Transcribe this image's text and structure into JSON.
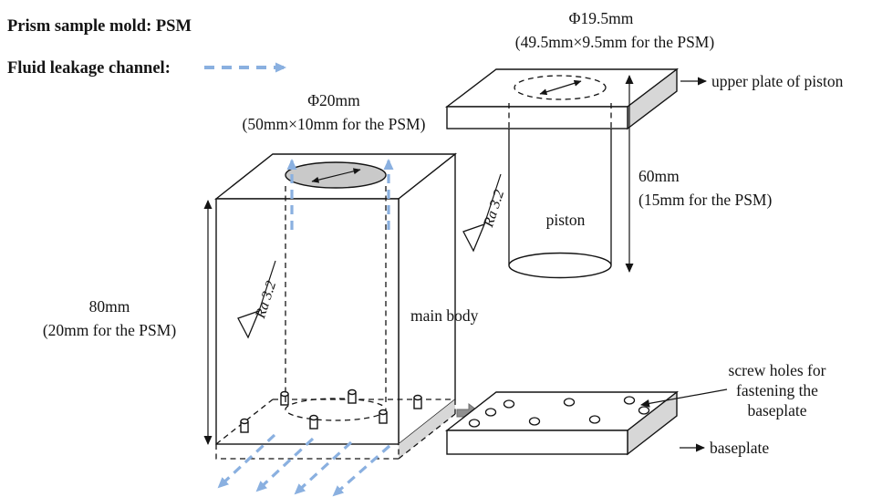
{
  "legend": {
    "title": "Prism sample mold: PSM",
    "leakage": "Fluid leakage channel:"
  },
  "main_body": {
    "hole_dia": "Φ20mm",
    "hole_dia_psm": "(50mm×10mm for the PSM)",
    "height": "80mm",
    "height_psm": "(20mm for the PSM)",
    "label": "main body",
    "roughness": "Ra 3.2"
  },
  "piston": {
    "plate_dia": "Φ19.5mm",
    "plate_dia_psm": "(49.5mm×9.5mm for the PSM)",
    "plate_label": "upper plate of piston",
    "label": "piston",
    "height": "60mm",
    "height_psm": "(15mm for the PSM)",
    "roughness": "Ra 3.2"
  },
  "baseplate": {
    "screw_lines": [
      "screw holes for",
      "fastening the",
      "baseplate"
    ],
    "label": "baseplate"
  },
  "colors": {
    "line": "#141414",
    "leakage_blue": "#8ab0e0",
    "shade_gray": "#d7d7d7",
    "hole_gray": "#c9c9c9",
    "block_arrow_gray": "#8f8f8f"
  }
}
